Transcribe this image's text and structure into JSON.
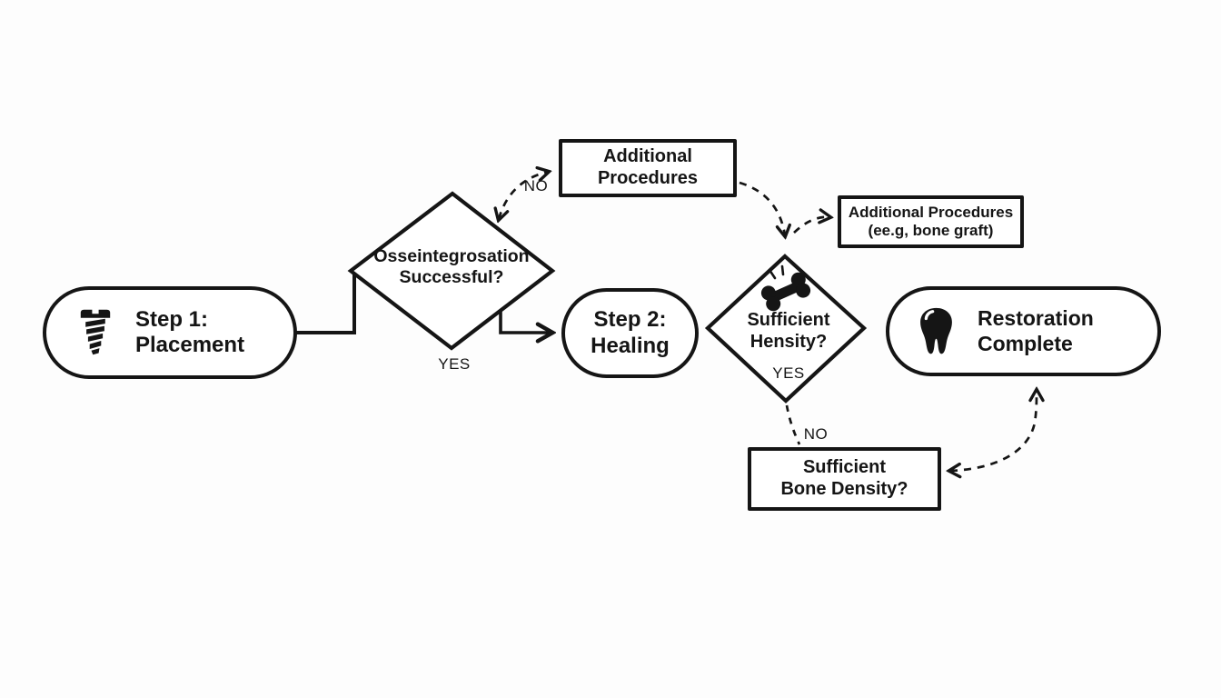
{
  "diagram_title": "Dental implant treatment flowchart",
  "colors": {
    "background": "#fdfdfd",
    "ink": "#151515",
    "node_fill": "#ffffff"
  },
  "nodes": {
    "step1": {
      "label": "Step 1:\nPlacement",
      "shape": "stadium",
      "icon": "implant-screw"
    },
    "osseo": {
      "label": "Osseintegrosation\nSuccessful?",
      "shape": "diamond"
    },
    "addproc": {
      "label": "Additional\nProcedures",
      "shape": "rect"
    },
    "step2": {
      "label": "Step 2:\nHealing",
      "shape": "stadium"
    },
    "bonegraft": {
      "label": "Additional Procedures\n(ee.g, bone graft)",
      "shape": "rect"
    },
    "density": {
      "label": "Sufficient\nHensity?",
      "shape": "diamond",
      "icon": "bone",
      "yes_label": "YES"
    },
    "bonedensity": {
      "label": "Sufficient\nBone Density?",
      "shape": "rect"
    },
    "restore": {
      "label": "Restoration\nComplete",
      "shape": "stadium",
      "icon": "tooth"
    }
  },
  "edge_labels": {
    "yes1": "YES",
    "no1": "NO",
    "no2": "NO"
  }
}
